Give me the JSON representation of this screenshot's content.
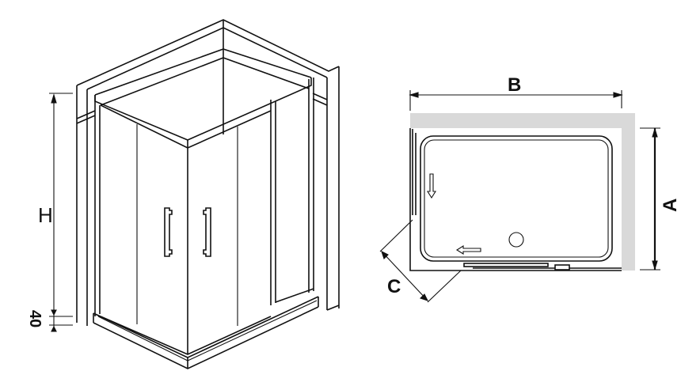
{
  "iso_view": {
    "height_label": "H",
    "base_label": "40"
  },
  "plan_view": {
    "width_label": "B",
    "depth_label": "A",
    "entry_label": "C",
    "wall_color": "#d9d9d9"
  }
}
